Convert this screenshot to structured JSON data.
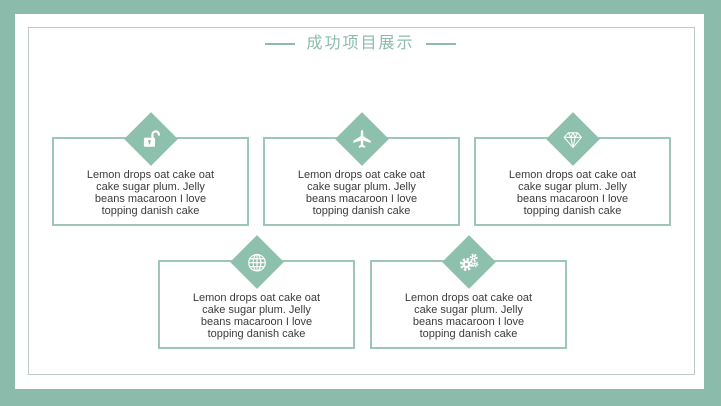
{
  "slide": {
    "title": "成功项目展示",
    "colors": {
      "frame_green": "#8bbcab",
      "diamond_green": "#8ec0ae",
      "card_border_green": "#9ec6b6",
      "inner_keyline": "#bccbc4",
      "title_green": "#8cbcab",
      "body_text": "#3b3b3b"
    },
    "cards": [
      {
        "icon": "unlock-icon",
        "body": "Lemon drops oat cake oat\ncake sugar plum. Jelly\nbeans macaroon I love\ntopping danish cake"
      },
      {
        "icon": "airplane-icon",
        "body": "Lemon drops oat cake oat\ncake sugar plum. Jelly\nbeans macaroon I love\ntopping danish cake"
      },
      {
        "icon": "gem-icon",
        "body": "Lemon drops oat cake oat\ncake sugar plum. Jelly\nbeans macaroon I love\ntopping danish cake"
      },
      {
        "icon": "globe-icon",
        "body": "Lemon drops oat cake oat\ncake sugar plum. Jelly\nbeans macaroon I love\ntopping danish cake"
      },
      {
        "icon": "gears-icon",
        "body": "Lemon drops oat cake oat\ncake sugar plum. Jelly\nbeans macaroon I love\ntopping danish cake"
      }
    ]
  }
}
